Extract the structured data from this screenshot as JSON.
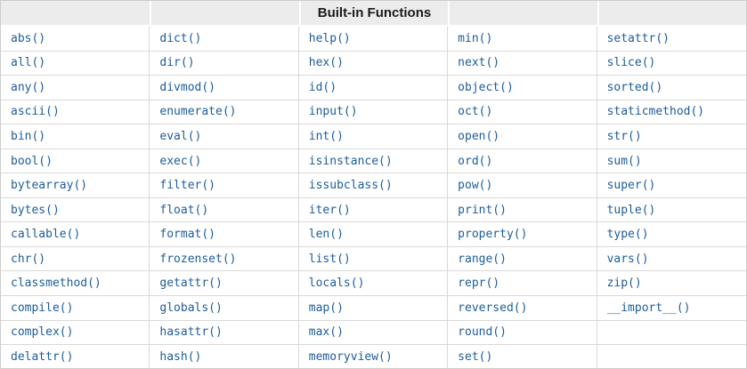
{
  "table": {
    "title": "Built-in Functions",
    "columns": 5,
    "rows": [
      [
        "abs()",
        "dict()",
        "help()",
        "min()",
        "setattr()"
      ],
      [
        "all()",
        "dir()",
        "hex()",
        "next()",
        "slice()"
      ],
      [
        "any()",
        "divmod()",
        "id()",
        "object()",
        "sorted()"
      ],
      [
        "ascii()",
        "enumerate()",
        "input()",
        "oct()",
        "staticmethod()"
      ],
      [
        "bin()",
        "eval()",
        "int()",
        "open()",
        "str()"
      ],
      [
        "bool()",
        "exec()",
        "isinstance()",
        "ord()",
        "sum()"
      ],
      [
        "bytearray()",
        "filter()",
        "issubclass()",
        "pow()",
        "super()"
      ],
      [
        "bytes()",
        "float()",
        "iter()",
        "print()",
        "tuple()"
      ],
      [
        "callable()",
        "format()",
        "len()",
        "property()",
        "type()"
      ],
      [
        "chr()",
        "frozenset()",
        "list()",
        "range()",
        "vars()"
      ],
      [
        "classmethod()",
        "getattr()",
        "locals()",
        "repr()",
        "zip()"
      ],
      [
        "compile()",
        "globals()",
        "map()",
        "reversed()",
        "__import__()"
      ],
      [
        "complex()",
        "hasattr()",
        "max()",
        "round()",
        ""
      ],
      [
        "delattr()",
        "hash()",
        "memoryview()",
        "set()",
        ""
      ]
    ],
    "colors": {
      "link": "#1d5c99",
      "header_bg": "#ececec",
      "header_text": "#1a1a1a",
      "border": "#d9d9d9",
      "outer_border": "#cccccc"
    }
  }
}
